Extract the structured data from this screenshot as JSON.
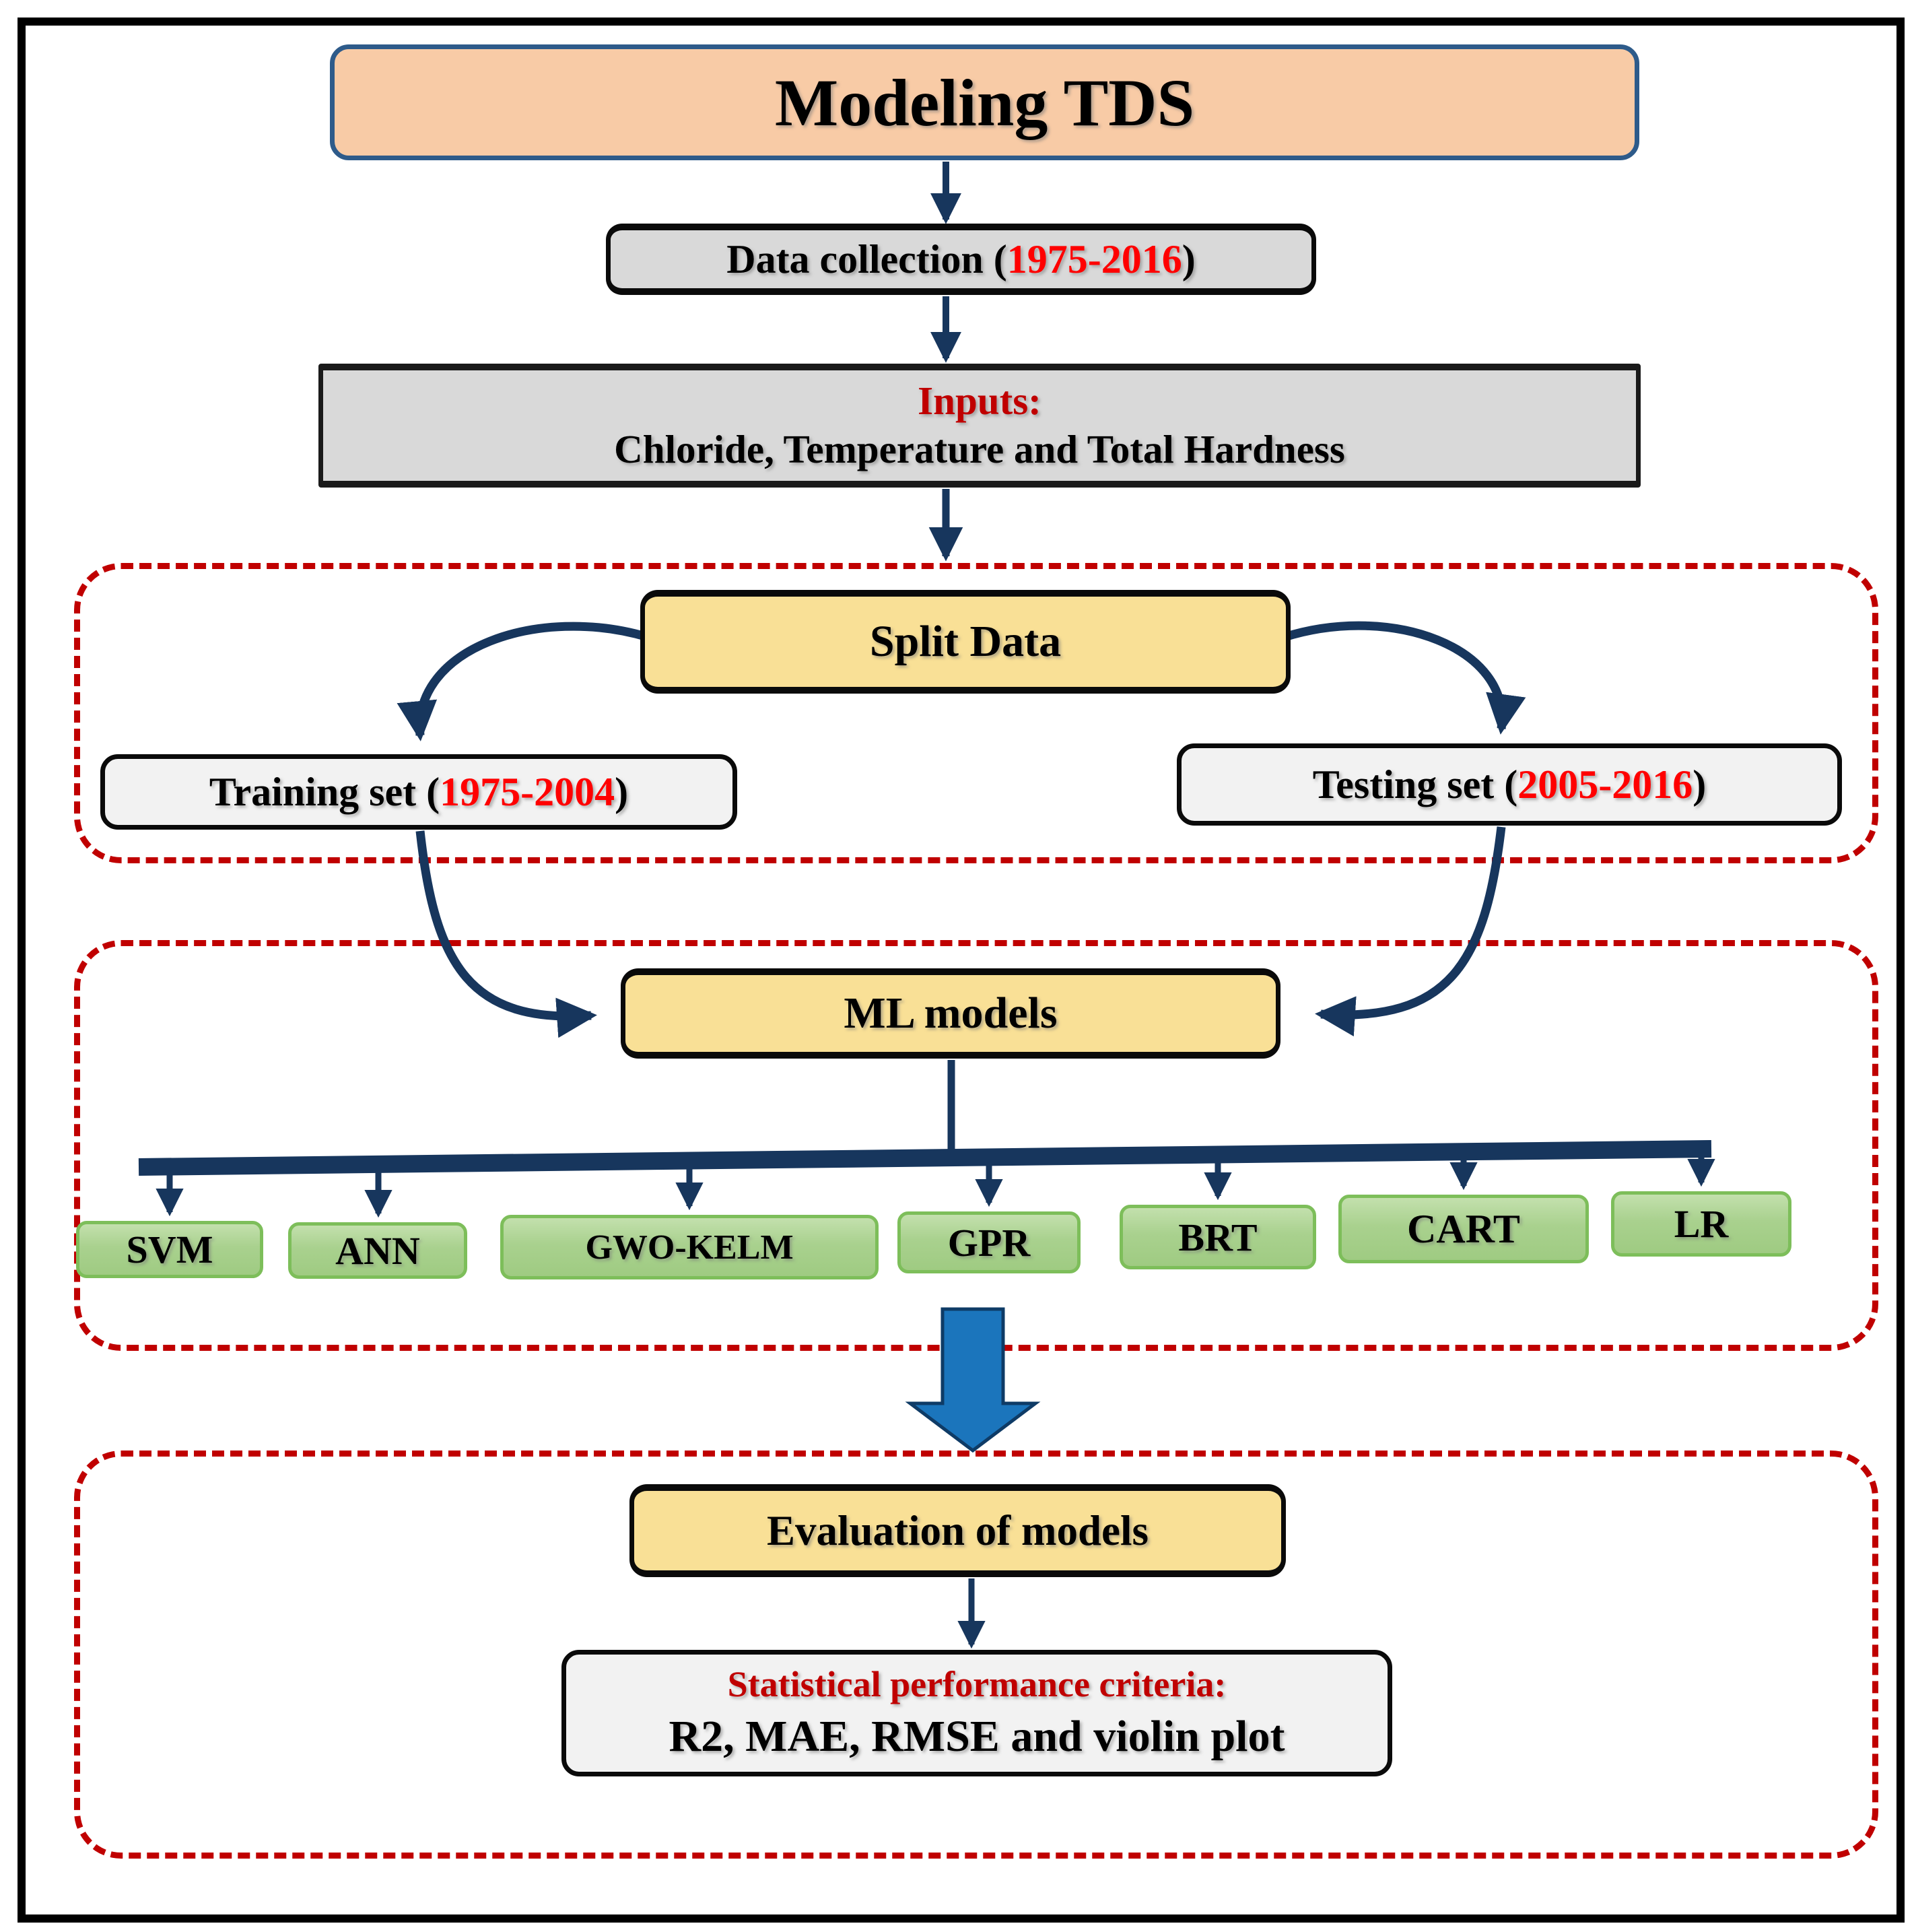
{
  "diagram": {
    "title": "Modeling TDS",
    "data_collection": {
      "prefix": "Data collection (",
      "years": "1975-2016",
      "suffix": ")"
    },
    "inputs": {
      "heading": "Inputs:",
      "body": "Chloride, Temperature and Total Hardness"
    },
    "split_data": {
      "label": "Split Data"
    },
    "training": {
      "prefix": "Training set (",
      "years": "1975-2004",
      "suffix": ")"
    },
    "testing": {
      "prefix": "Testing set (",
      "years": "2005-2016",
      "suffix": ")"
    },
    "ml_models": {
      "label": "ML models"
    },
    "models": [
      "SVM",
      "ANN",
      "GWO-KELM",
      "GPR",
      "BRT",
      "CART",
      "LR"
    ],
    "evaluation": {
      "label": "Evaluation of models"
    },
    "criteria": {
      "heading": "Statistical performance criteria:",
      "body": "R2, MAE, RMSE and violin plot"
    }
  },
  "colors": {
    "navy_arrow": "#17365D",
    "block_arrow_blue": "#1B75BC",
    "dashed_border_red": "#C00000",
    "heading_red": "#C00000",
    "year_red": "#FF0000",
    "title_fill": "#F8CBA6",
    "title_border": "#2E5B8A",
    "process_fill": "#F9E096",
    "gray_fill": "#D9D9D9",
    "light_fill": "#F2F2F2",
    "model_fill": "#A9D18E",
    "model_border": "#7DBE5A",
    "frame_black": "#000000"
  }
}
